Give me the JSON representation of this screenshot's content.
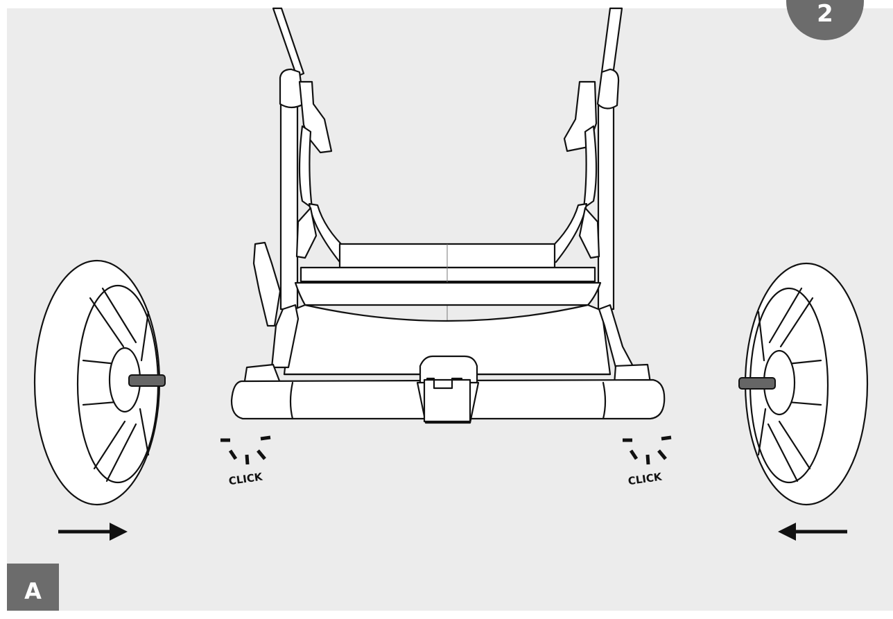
{
  "step_number": "2",
  "panel_label": "A",
  "click_left": "CLICK",
  "click_right": "CLICK",
  "colors": {
    "background": "#ececec",
    "badge": "#6c6c6c",
    "line": "#111111",
    "axle": "#666666"
  },
  "icons": [
    "left-wheel-icon",
    "right-wheel-icon",
    "arrow-right-icon",
    "arrow-left-icon",
    "click-burst-icon"
  ]
}
